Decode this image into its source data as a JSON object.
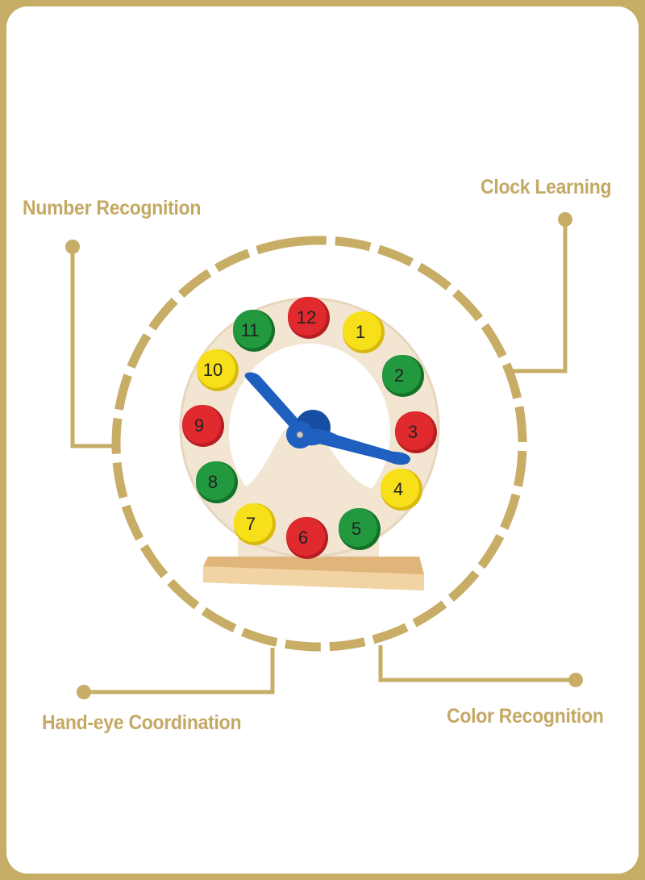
{
  "features": [
    {
      "id": "number-recognition",
      "label": "Number Recognition"
    },
    {
      "id": "clock-learning",
      "label": "Clock Learning"
    },
    {
      "id": "hand-eye-coordination",
      "label": "Hand-eye Coordination"
    },
    {
      "id": "color-recognition",
      "label": "Color Recognition"
    }
  ],
  "clock": {
    "numbers": [
      {
        "n": "12",
        "color": "red"
      },
      {
        "n": "1",
        "color": "yellow"
      },
      {
        "n": "2",
        "color": "green"
      },
      {
        "n": "3",
        "color": "red"
      },
      {
        "n": "4",
        "color": "yellow"
      },
      {
        "n": "5",
        "color": "green"
      },
      {
        "n": "6",
        "color": "red"
      },
      {
        "n": "7",
        "color": "yellow"
      },
      {
        "n": "8",
        "color": "green"
      },
      {
        "n": "9",
        "color": "red"
      },
      {
        "n": "10",
        "color": "yellow"
      },
      {
        "n": "11",
        "color": "green"
      }
    ],
    "hand_color": "#1e5fbf"
  },
  "colors": {
    "accent_gold": "#c8ad67",
    "red": "#d8262b",
    "yellow": "#f4dc14",
    "green": "#1f8f3a",
    "wood": "#f3e7d3",
    "base_wood": "#ebc58f"
  }
}
